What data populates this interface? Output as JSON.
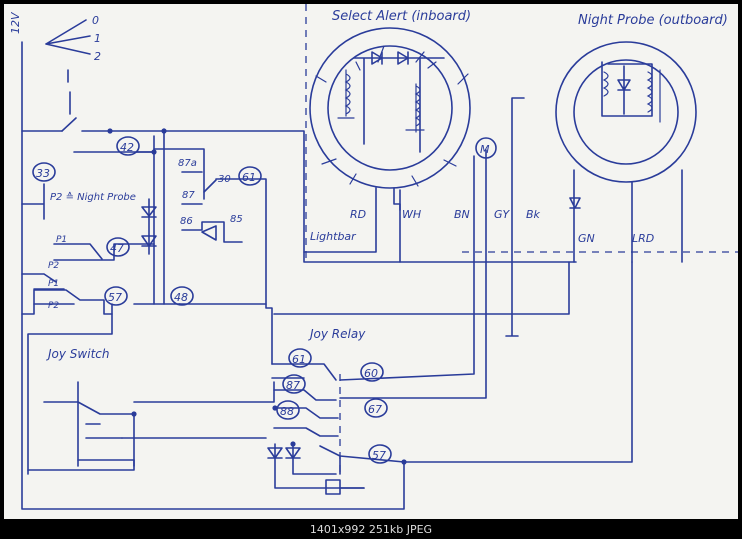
{
  "image_info": "1401x992  251kb  JPEG",
  "labels": {
    "supply": "12V",
    "sw0": "0",
    "sw1": "1",
    "sw2": "2",
    "select_alert": "Select Alert (inboard)",
    "night_probe": "Night Probe (outboard)",
    "p2_night": "P2 ≙ Night Probe",
    "p1": "P1",
    "p2": "P2",
    "p1b": "P1",
    "p2b": "P2",
    "n87a": "87a",
    "n87": "87",
    "n86": "86",
    "n85": "85",
    "n30": "30",
    "rd": "RD",
    "wh": "WH",
    "bn": "BN",
    "gy": "GY",
    "bk": "Bk",
    "gn": "GN",
    "lrd": "LRD",
    "lightbar": "Lightbar",
    "motor": "M",
    "joy_switch": "Joy Switch",
    "joy_relay": "Joy Relay"
  },
  "nodes": {
    "n42": "42",
    "n33": "33",
    "n47": "47",
    "n57a": "57",
    "n48": "48",
    "n61a": "61",
    "n61b": "61",
    "n60": "60",
    "n87": "87",
    "n88": "88",
    "n67": "67",
    "n57b": "57"
  }
}
